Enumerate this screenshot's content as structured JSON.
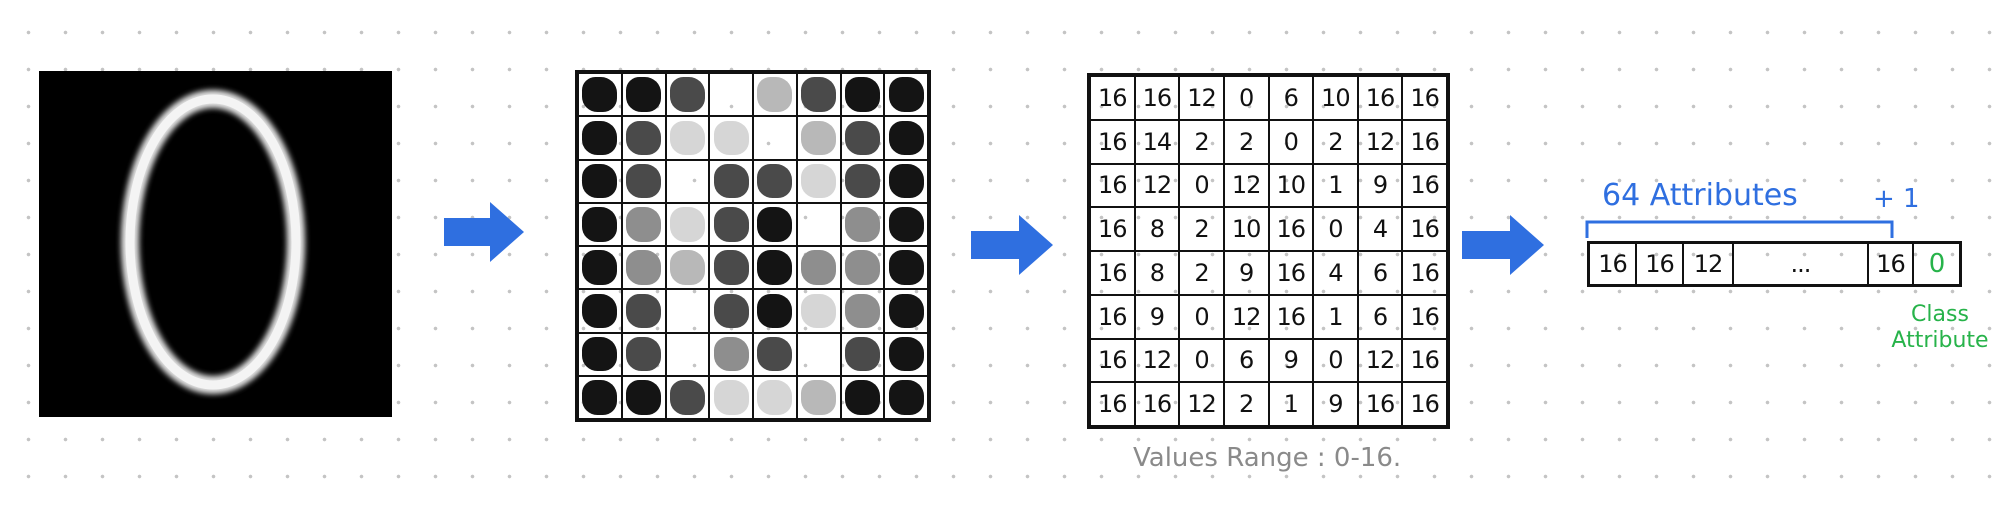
{
  "colors": {
    "arrow": "#2f6fe0",
    "attribute_text": "#2f6fe0",
    "class_text": "#27b34a",
    "caption": "#8a8a8a"
  },
  "shade_levels": [
    [
      5,
      5,
      4,
      0,
      2,
      4,
      5,
      5
    ],
    [
      5,
      4,
      1,
      1,
      0,
      2,
      4,
      5
    ],
    [
      5,
      4,
      0,
      4,
      4,
      1,
      4,
      5
    ],
    [
      5,
      3,
      1,
      4,
      5,
      0,
      3,
      5
    ],
    [
      5,
      3,
      2,
      4,
      5,
      3,
      3,
      5
    ],
    [
      5,
      4,
      0,
      4,
      5,
      1,
      3,
      5
    ],
    [
      5,
      4,
      0,
      3,
      4,
      0,
      4,
      5
    ],
    [
      5,
      5,
      4,
      1,
      1,
      2,
      5,
      5
    ]
  ],
  "matrix": {
    "values": [
      [
        "16",
        "16",
        "12",
        "0",
        "6",
        "10",
        "16",
        "16"
      ],
      [
        "16",
        "14",
        "2",
        "2",
        "0",
        "2",
        "12",
        "16"
      ],
      [
        "16",
        "12",
        "0",
        "12",
        "10",
        "1",
        "9",
        "16"
      ],
      [
        "16",
        "8",
        "2",
        "10",
        "16",
        "0",
        "4",
        "16"
      ],
      [
        "16",
        "8",
        "2",
        "9",
        "16",
        "4",
        "6",
        "16"
      ],
      [
        "16",
        "9",
        "0",
        "12",
        "16",
        "1",
        "6",
        "16"
      ],
      [
        "16",
        "12",
        "0",
        "6",
        "9",
        "0",
        "12",
        "16"
      ],
      [
        "16",
        "16",
        "12",
        "2",
        "1",
        "9",
        "16",
        "16"
      ]
    ],
    "range_caption": "Values Range : 0-16."
  },
  "vector": {
    "title": "64 Attributes",
    "plus": "+ 1",
    "cells": [
      "16",
      "16",
      "12",
      "...",
      "16",
      "0"
    ],
    "class_label_line1": "Class",
    "class_label_line2": "Attribute"
  }
}
